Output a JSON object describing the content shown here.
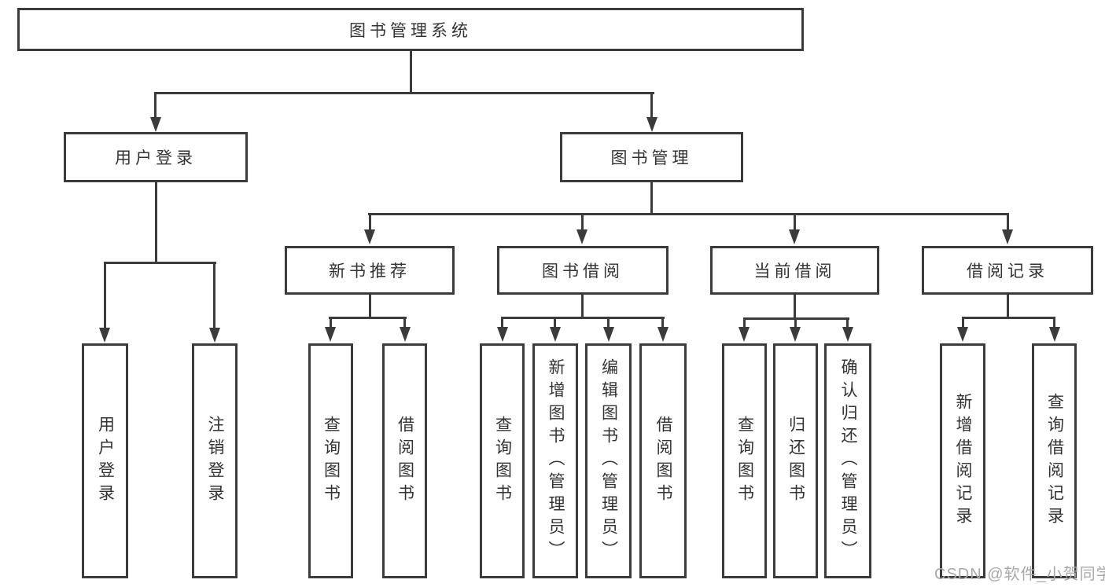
{
  "diagram_type": "hierarchy-tree",
  "tree": {
    "label": "图书管理系统",
    "children": [
      {
        "label": "用户登录",
        "children": [
          {
            "label": "用户登录"
          },
          {
            "label": "注销登录"
          }
        ]
      },
      {
        "label": "图书管理",
        "children": [
          {
            "label": "新书推荐",
            "children": [
              {
                "label": "查询图书"
              },
              {
                "label": "借阅图书"
              }
            ]
          },
          {
            "label": "图书借阅",
            "children": [
              {
                "label": "查询图书"
              },
              {
                "label": "新增图书（管理员）"
              },
              {
                "label": "编辑图书（管理员）"
              },
              {
                "label": "借阅图书"
              }
            ]
          },
          {
            "label": "当前借阅",
            "children": [
              {
                "label": "查询图书"
              },
              {
                "label": "归还图书"
              },
              {
                "label": "确认归还（管理员）"
              }
            ]
          },
          {
            "label": "借阅记录",
            "children": [
              {
                "label": "新增借阅记录"
              },
              {
                "label": "查询借阅记录"
              }
            ]
          }
        ]
      }
    ]
  },
  "watermark": "CSDN @软件_小贺同学",
  "colors": {
    "line": "#3b3b3b",
    "text": "#333333",
    "background": "#ffffff",
    "watermark": "#a9a9a9"
  }
}
